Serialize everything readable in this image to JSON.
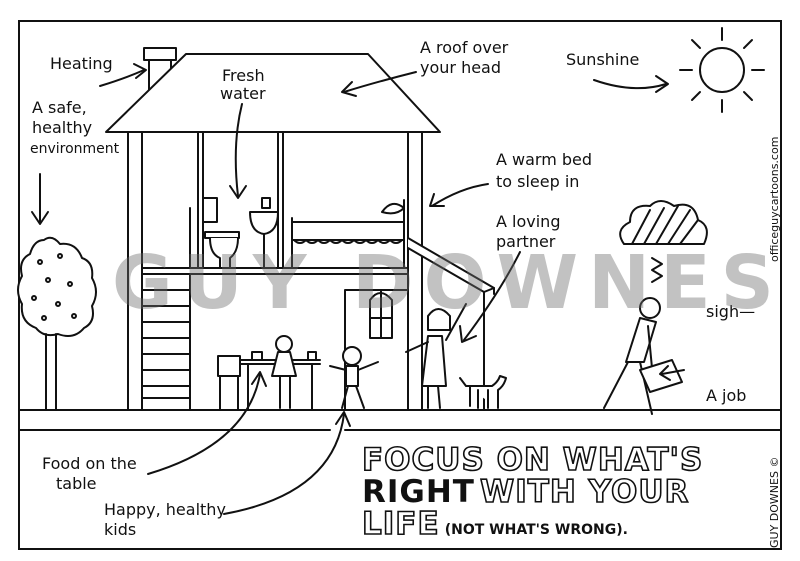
{
  "labels": {
    "heating": "Heating",
    "fresh_water": [
      "Fresh",
      "water"
    ],
    "roof": [
      "A roof over",
      "your head"
    ],
    "sunshine": "Sunshine",
    "environment": [
      "A safe,",
      "healthy",
      "environment"
    ],
    "warm_bed": [
      "A warm bed",
      "to sleep in"
    ],
    "loving_partner": [
      "A loving",
      "partner"
    ],
    "sigh": "sigh—",
    "job": "A job",
    "food": [
      "Food on the",
      "table"
    ],
    "kids": [
      "Happy, healthy",
      "kids"
    ]
  },
  "title": {
    "line1": "FOCUS ON WHAT'S",
    "line2_solid": "RIGHT",
    "line2_outline": "WITH YOUR",
    "line3_outline": "LIFE",
    "line3_paren": "(NOT WHAT'S WRONG)."
  },
  "credits": {
    "website": "officeguycartoons.com",
    "signature": "GUY DOWNES ©"
  },
  "watermark": "GUY DOWNES ©"
}
